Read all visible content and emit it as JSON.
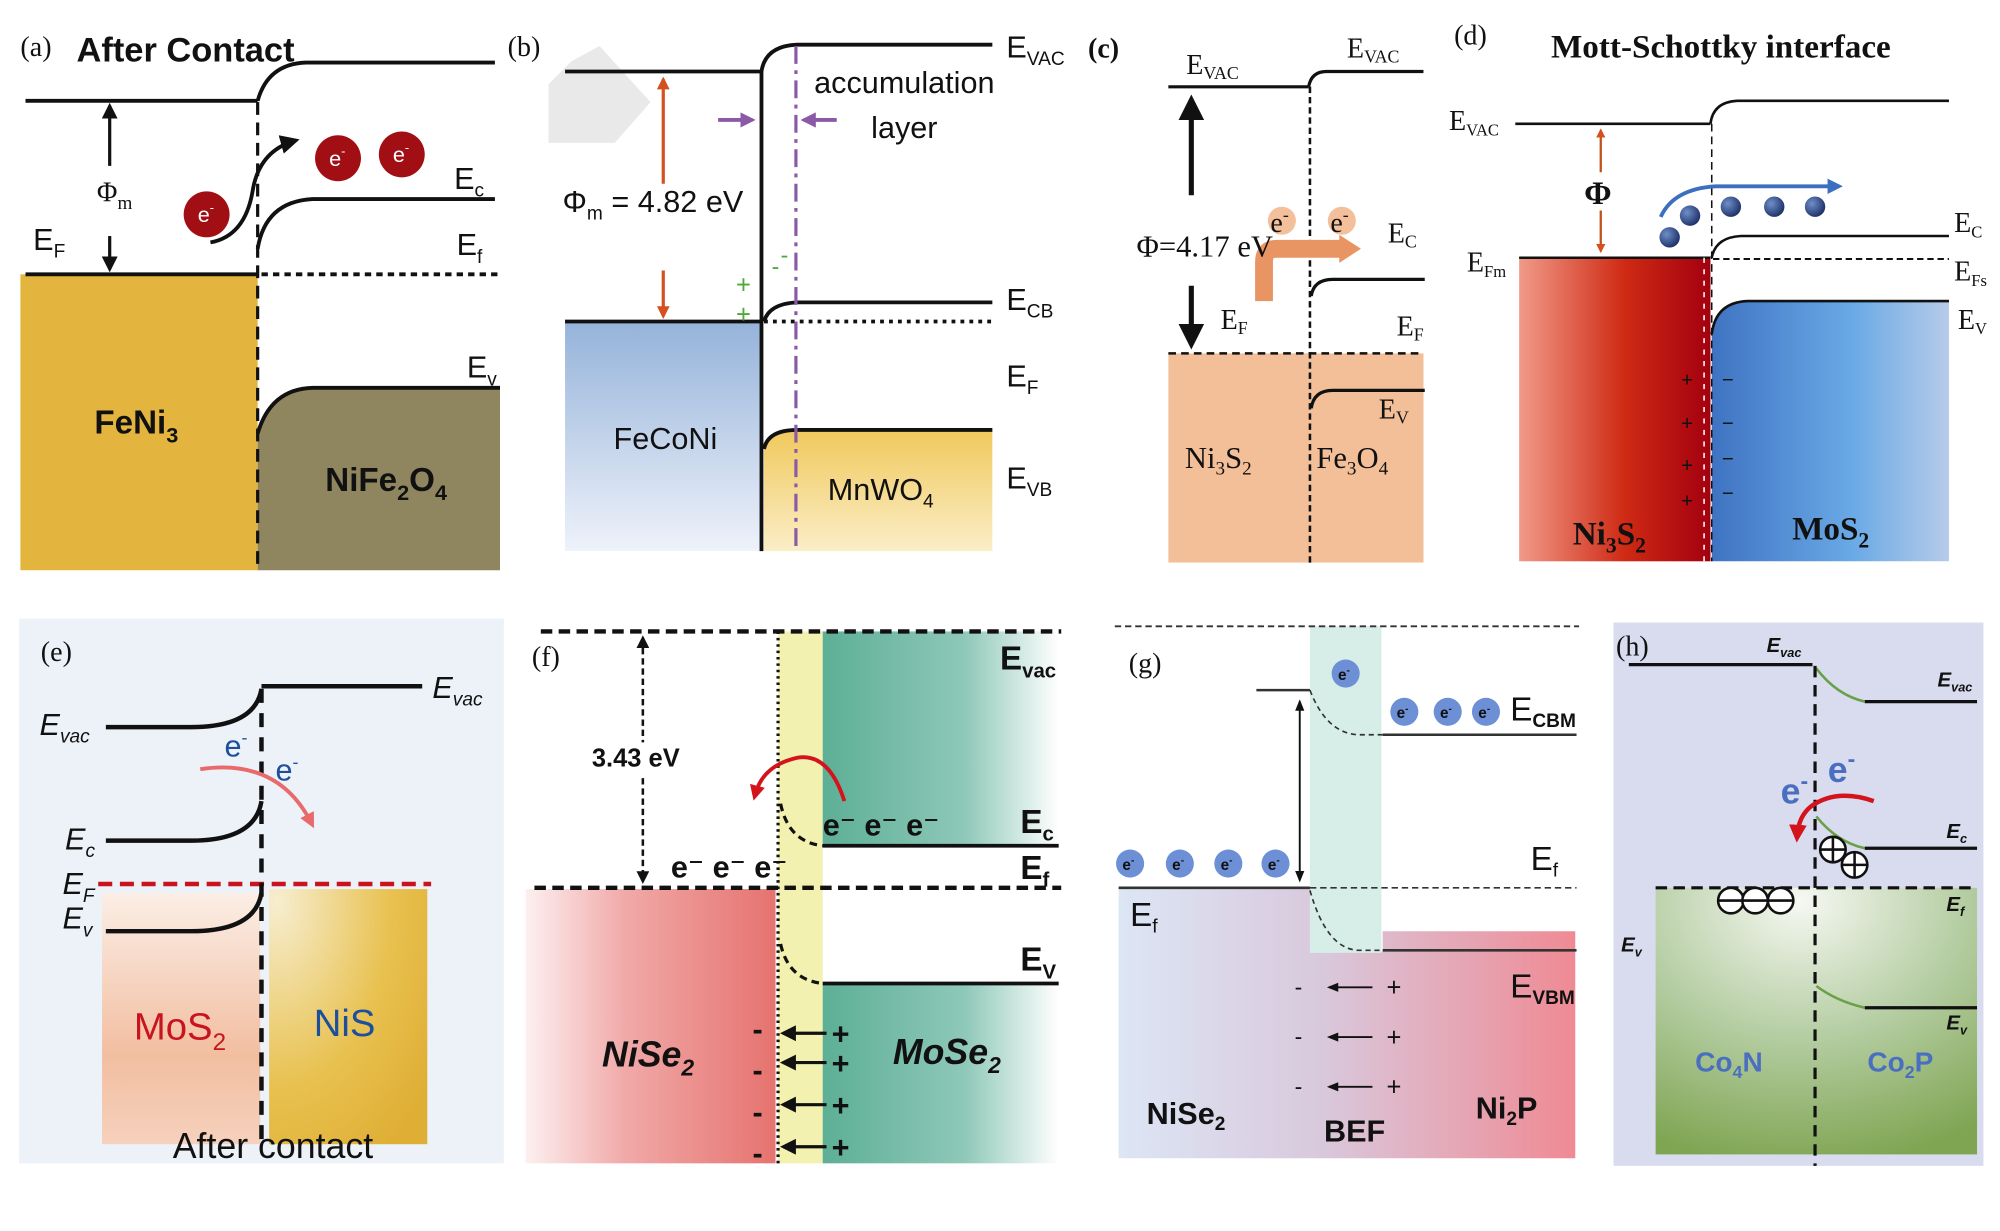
{
  "figure": {
    "panels": {
      "a": {
        "tag": "(a)",
        "title": "After Contact",
        "work_function": "Φ",
        "work_function_sub": "m",
        "fermi_left": "E",
        "fermi_left_sub": "F",
        "cb": "E",
        "cb_sub": "c",
        "fermi_right": "E",
        "fermi_right_sub": "f",
        "vb": "E",
        "vb_sub": "v",
        "electron": "e",
        "electron_sup": "-",
        "material_left": "FeNi",
        "material_left_sub": "3",
        "material_right_parts": [
          "NiFe",
          "2",
          "O",
          "4"
        ],
        "colors": {
          "metal": "#e3b53f",
          "semi": "#8f8660",
          "electron": "#a10f14"
        }
      },
      "b": {
        "tag": "(b)",
        "vac": "E",
        "vac_sub": "VAC",
        "accumulation_1": "accumulation",
        "accumulation_2": "layer",
        "work_function": "Φ",
        "work_function_sub": "m",
        "work_function_value": " = 4.82 eV",
        "cb": "E",
        "cb_sub": "CB",
        "fermi": "E",
        "fermi_sub": "F",
        "vb": "E",
        "vb_sub": "VB",
        "plus": "+",
        "minus": "-",
        "material_left": "FeCoNi",
        "material_right": "MnWO",
        "material_right_sub": "4",
        "colors": {
          "arrow": "#d4501e",
          "layer": "#8b5aa6",
          "charge": "#4ea83a"
        }
      },
      "c": {
        "tag": "(c)",
        "vac_left": "E",
        "vac_left_sub": "VAC",
        "vac_right": "E",
        "vac_right_sub": "VAC",
        "work_function": "Φ=4.17 eV",
        "electron": "e",
        "electron_sup": "-",
        "cb": "E",
        "cb_sub": "C",
        "fermi_left": "E",
        "fermi_left_sub": "F",
        "fermi_right": "E",
        "fermi_right_sub": "F",
        "vb": "E",
        "vb_sub": "V",
        "material_left": "Ni",
        "material_left_sub1": "3",
        "material_left_mid": "S",
        "material_left_sub2": "2",
        "material_right": "Fe",
        "material_right_sub1": "3",
        "material_right_mid": "O",
        "material_right_sub2": "4",
        "colors": {
          "fill": "#f2bf98",
          "arrow": "#e99563"
        }
      },
      "d": {
        "tag": "(d)",
        "title": "Mott-Schottky  interface",
        "vac": "E",
        "vac_sub": "VAC",
        "work_function": "Φ",
        "fermi_metal": "E",
        "fermi_metal_sub": "Fm",
        "cb": "E",
        "cb_sub": "C",
        "fermi_semi": "E",
        "fermi_semi_sub": "Fs",
        "vb": "E",
        "vb_sub": "V",
        "electron": "e",
        "electron_sup": "-",
        "plus": "+",
        "minus": "−",
        "material_left": "Ni",
        "material_left_sub1": "3",
        "material_left_mid": "S",
        "material_left_sub2": "2",
        "material_right": "MoS",
        "material_right_sub": "2",
        "colors": {
          "metal_dark": "#a3000f",
          "metal_light": "#f09a88",
          "semi_dark": "#3f73c2",
          "semi_light": "#b6cbe9",
          "flow": "#3d6fc0"
        }
      },
      "e": {
        "tag": "(e)",
        "vac_left": "E",
        "vac_left_sub": "vac",
        "vac_right": "E",
        "vac_right_sub": "vac",
        "cb": "E",
        "cb_sub": "c",
        "fermi": "E",
        "fermi_sub": "F",
        "vb": "E",
        "vb_sub": "v",
        "electron": "e",
        "electron_sup": "-",
        "material_left": "MoS",
        "material_left_sub": "2",
        "material_right": "NiS",
        "caption": "After contact",
        "colors": {
          "bg": "#edf2f9",
          "fermi": "#c8141e",
          "left_text": "#c8141e",
          "right_text": "#1d4f9c"
        }
      },
      "f": {
        "tag": "(f)",
        "gap_value": "3.43 eV",
        "vac": "E",
        "vac_sub": "vac",
        "cb": "E",
        "cb_sub": "c",
        "fermi": "E",
        "fermi_sub": "f",
        "vb": "E",
        "vb_sub": "V",
        "electrons_right": "e⁻ e⁻ e⁻",
        "electrons_left": "e⁻ e⁻ e⁻",
        "minus": "-",
        "plus": "+",
        "material_left": "NiSe",
        "material_left_sub": "2",
        "material_right": "MoSe",
        "material_right_sub": "2",
        "colors": {
          "left": "#e6736f",
          "interface": "#f3f1b0",
          "right": "#5daf96",
          "arrow": "#d4141c"
        }
      },
      "g": {
        "tag": "(g)",
        "cbm": "E",
        "cbm_sub": "CBM",
        "fermi_right": "E",
        "fermi_right_sub": "f",
        "fermi_left": "E",
        "fermi_left_sub": "f",
        "vbm": "E",
        "vbm_sub": "VBM",
        "electron": "e",
        "electron_sup": "-",
        "minus": "-",
        "plus": "+",
        "material_left": "NiSe",
        "material_left_sub": "2",
        "interface": "BEF",
        "material_right": "Ni",
        "material_right_sub": "2",
        "material_right_end": "P",
        "colors": {
          "left": "#dce6f5",
          "right": "#ef8a94",
          "interface": "#d6eee7",
          "electron": "#6d8fd6"
        }
      },
      "h": {
        "tag": "(h)",
        "vac_left": "E",
        "vac_left_sub": "vac",
        "vac_right": "E",
        "vac_right_sub": "vac",
        "cb": "E",
        "cb_sub": "c",
        "fermi": "E",
        "fermi_sub": "f",
        "vb_left": "E",
        "vb_left_sub": "v",
        "vb_right": "E",
        "vb_right_sub": "v",
        "electron": "e",
        "electron_sup": "-",
        "material_left": "Co",
        "material_left_sub": "4",
        "material_left_end": "N",
        "material_right": "Co",
        "material_right_sub": "2",
        "material_right_end": "P",
        "colors": {
          "bg": "#d8dcee",
          "fill_light": "#f3f6ee",
          "fill_dark": "#7fa552",
          "bend": "#6aa048",
          "text": "#4a6fc1",
          "arrow": "#d4141c"
        }
      }
    }
  }
}
